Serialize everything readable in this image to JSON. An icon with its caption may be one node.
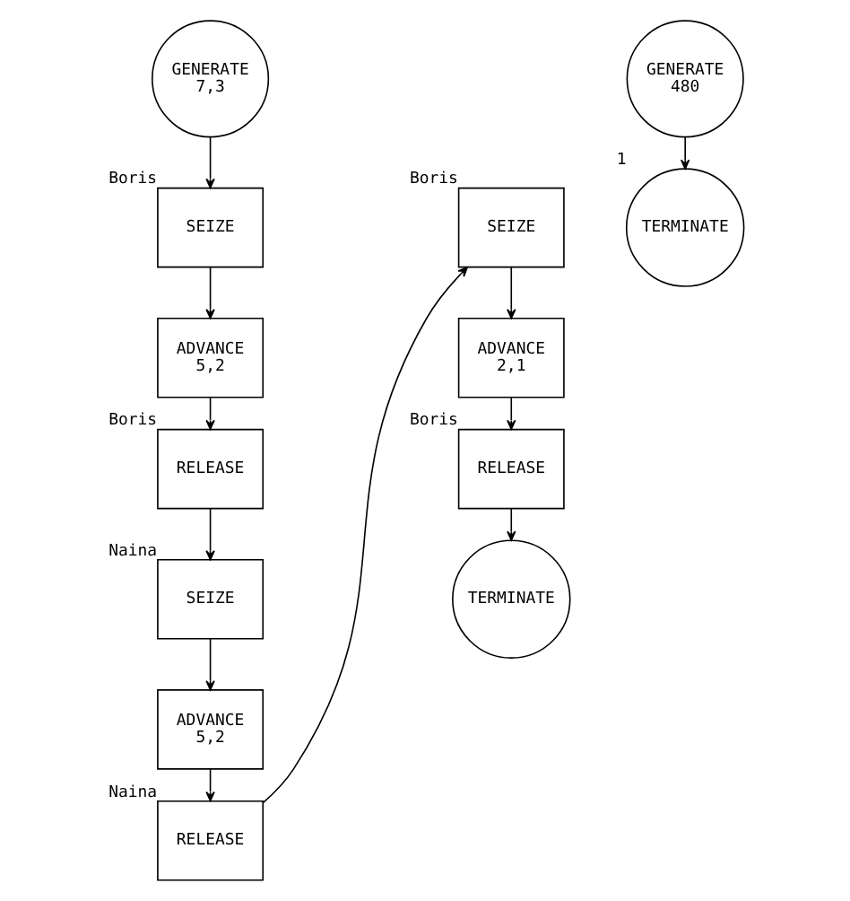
{
  "diagram": {
    "nodes": [
      {
        "text": [
          "GENERATE",
          "7,3"
        ]
      },
      {
        "text": [
          "SEIZE"
        ],
        "beside": [
          "Boris"
        ]
      },
      {
        "text": [
          "ADVANCE",
          "5,2"
        ]
      },
      {
        "text": [
          "RELEASE"
        ],
        "beside": [
          "Boris"
        ]
      },
      {
        "text": [
          "SEIZE"
        ],
        "beside": [
          "Naina"
        ]
      },
      {
        "text": [
          "ADVANCE",
          "5,2"
        ]
      },
      {
        "text": [
          "RELEASE"
        ],
        "beside": [
          "Naina"
        ]
      },
      {
        "text": [
          "SEIZE"
        ],
        "beside": [
          "Boris"
        ]
      },
      {
        "text": [
          "ADVANCE",
          "2,1"
        ]
      },
      {
        "text": [
          "RELEASE"
        ],
        "beside": [
          "Boris"
        ]
      },
      {
        "text": [
          "TERMINATE"
        ]
      },
      {
        "text": [
          "GENERATE",
          "480"
        ]
      },
      {
        "text": [
          "TERMINATE"
        ],
        "beside": [
          "1"
        ]
      }
    ],
    "edges": [
      {
        "from": 0,
        "to": 1,
        "arrow": "to"
      },
      {
        "from": 1,
        "to": 2,
        "arrow": "to"
      },
      {
        "from": 2,
        "to": 3,
        "arrow": "to"
      },
      {
        "from": 3,
        "to": 4,
        "arrow": "to"
      },
      {
        "from": 4,
        "to": 5,
        "arrow": "to"
      },
      {
        "from": 5,
        "to": 6,
        "arrow": "to"
      },
      {
        "from": 6,
        "to": 7,
        "arrow": "to"
      },
      {
        "from": 7,
        "to": 8,
        "arrow": "to"
      },
      {
        "from": 8,
        "to": 9,
        "arrow": "to"
      },
      {
        "from": 9,
        "to": 10,
        "arrow": "to"
      },
      {
        "from": 11,
        "to": 12,
        "arrow": "to"
      }
    ]
  }
}
